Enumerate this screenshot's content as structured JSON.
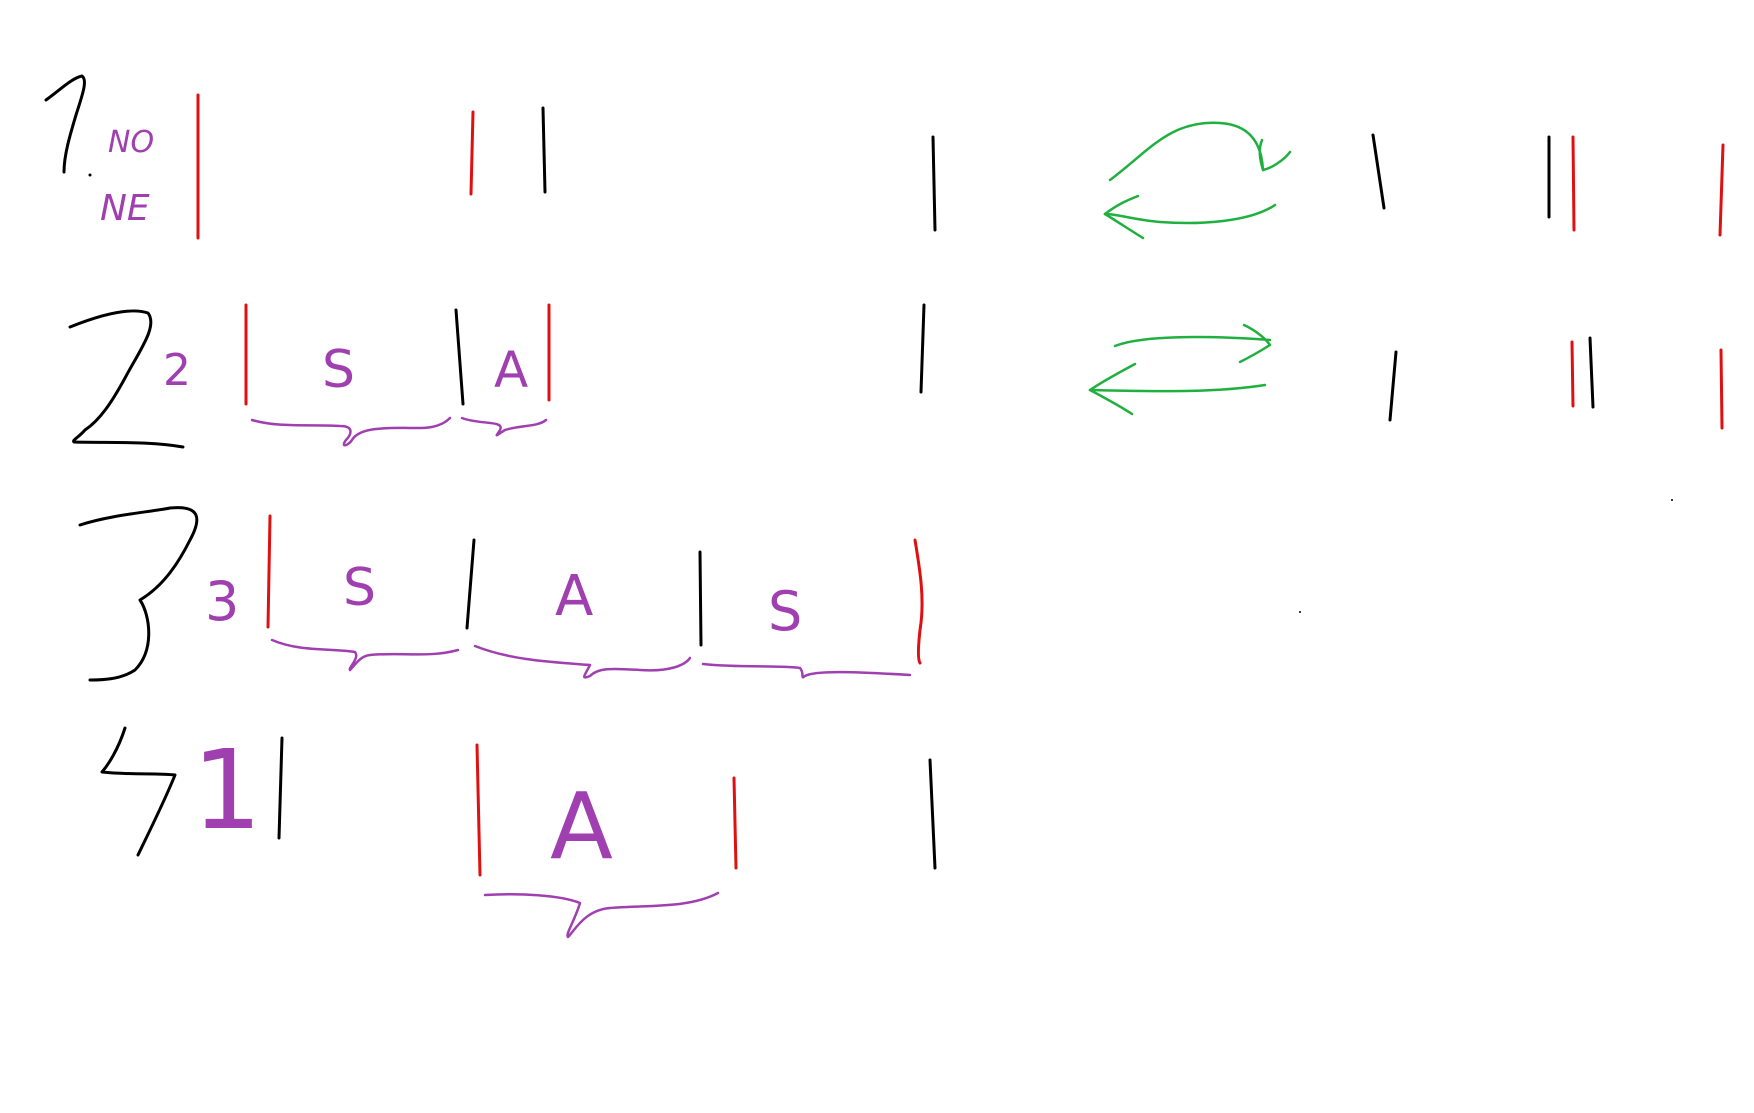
{
  "colors": {
    "background": "#ffffff",
    "row_number": "#000000",
    "label": "#a040b0",
    "red_bar": "#e01010",
    "black_bar": "#000000",
    "arrow": "#20b040"
  },
  "rows": [
    {
      "number": "1",
      "label_line1": "NO",
      "label_line2": "NE",
      "segments": []
    },
    {
      "number": "2",
      "label": "2",
      "segments": [
        "S",
        "A"
      ]
    },
    {
      "number": "3",
      "label": "3",
      "segments": [
        "S",
        "A",
        "S"
      ]
    },
    {
      "number": "4",
      "label": "1",
      "segments": [
        "A"
      ]
    }
  ],
  "arrows": [
    {
      "name": "loop-arrow",
      "direction": "left",
      "icon": "curved-loop-arrow"
    },
    {
      "name": "swap-arrows",
      "direction": "both",
      "icon": "exchange-arrows"
    }
  ]
}
